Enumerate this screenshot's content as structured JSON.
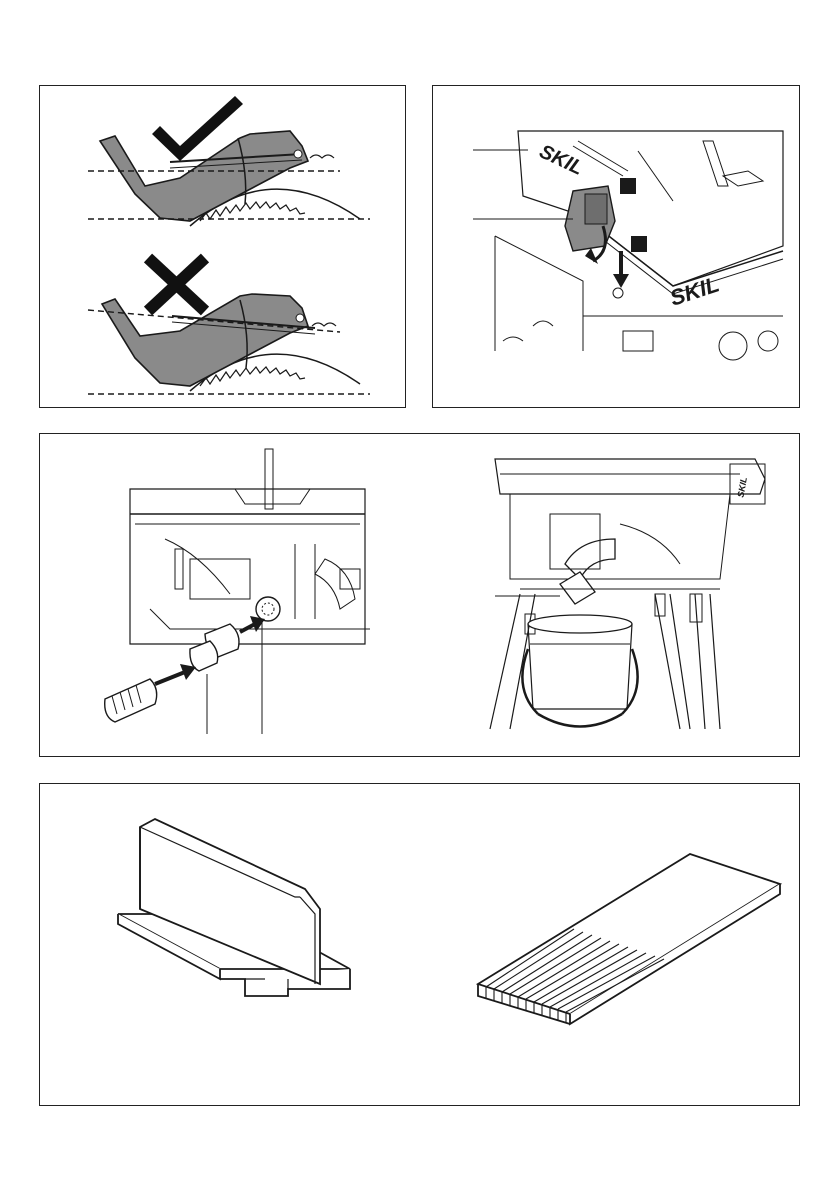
{
  "page": {
    "panels": [
      {
        "id": "riving-knife-height-check",
        "marks": [
          "check-mark-icon",
          "cross-mark-icon"
        ]
      },
      {
        "id": "blade-guard-mounting",
        "brand_text": "SKIL",
        "brand_text_2": "SKIL"
      },
      {
        "id": "dust-extraction",
        "brand_text": "SKIL"
      },
      {
        "id": "push-stick-and-push-block"
      }
    ],
    "colors": {
      "line": "#1a1a1a",
      "part_fill": "#8a8a8a",
      "background": "#ffffff"
    }
  }
}
